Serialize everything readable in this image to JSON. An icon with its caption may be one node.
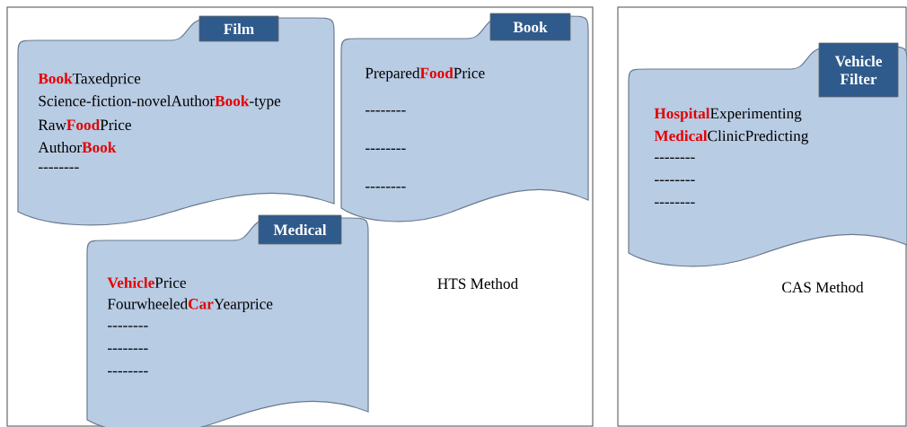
{
  "diagram": {
    "nodes": [
      {
        "text": [
          "HTS Method"
        ]
      },
      {
        "text": [
          "**Book**Taxedprice",
          "Science-fiction-novelAuthor**Book**-type",
          "Raw**Food**Price",
          "Author**Book**",
          "--------"
        ],
        "in": 0
      },
      {
        "text": [
          "Film"
        ],
        "in": 1
      },
      {
        "text": [
          "Prepared**Food**Price",
          "--------",
          "--------",
          "--------"
        ],
        "in": 0
      },
      {
        "text": [
          "Book"
        ],
        "in": 3
      },
      {
        "text": [
          "**Vehicle**Price",
          "Fourwheeled**Car**Yearprice",
          "--------",
          "--------",
          "--------"
        ],
        "in": 0
      },
      {
        "text": [
          "Medical"
        ],
        "in": 5
      },
      {
        "text": [
          "CAS Method"
        ]
      },
      {
        "text": [
          "**Hospital**Experimenting",
          "**Medical**ClinicPredicting",
          "--------",
          "--------",
          "--------"
        ],
        "in": 7
      },
      {
        "text": [
          "Vehicle Filter"
        ],
        "in": 8
      }
    ]
  }
}
